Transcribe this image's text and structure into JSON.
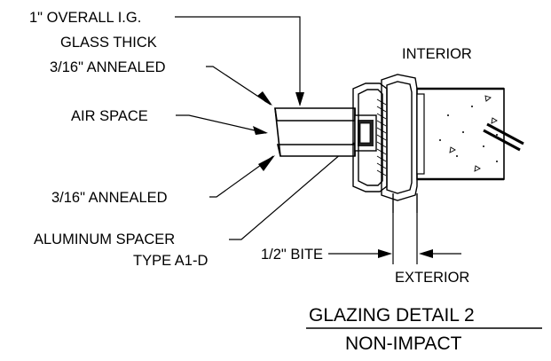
{
  "diagram": {
    "labels": {
      "overall_line1": "1\" OVERALL I.G.",
      "overall_line2": "GLASS THICK",
      "annealed_top": "3/16\" ANNEALED",
      "air_space": "AIR SPACE",
      "annealed_bottom": "3/16\" ANNEALED",
      "spacer_line1": "ALUMINUM SPACER",
      "spacer_line2": "TYPE A1-D",
      "bite": "1/2\" BITE",
      "interior": "INTERIOR",
      "exterior": "EXTERIOR"
    },
    "title": {
      "main": "GLAZING DETAIL 2",
      "sub": "NON-IMPACT"
    },
    "colors": {
      "line": "#000000",
      "background": "#ffffff"
    }
  }
}
